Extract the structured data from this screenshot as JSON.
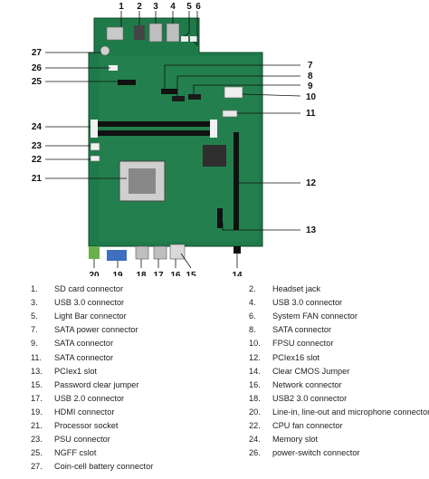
{
  "callouts": [
    "1",
    "2",
    "3",
    "4",
    "5",
    "6",
    "7",
    "8",
    "9",
    "10",
    "11",
    "12",
    "13",
    "14",
    "15",
    "16",
    "17",
    "18",
    "19",
    "20",
    "21",
    "22",
    "23",
    "24",
    "25",
    "26",
    "27"
  ],
  "legend": [
    {
      "num": "1.",
      "text": "SD card connector"
    },
    {
      "num": "2.",
      "text": "Headset jack"
    },
    {
      "num": "3.",
      "text": "USB 3.0 connector"
    },
    {
      "num": "4.",
      "text": "USB 3.0 connector"
    },
    {
      "num": "5.",
      "text": "Light Bar connector"
    },
    {
      "num": "6.",
      "text": "System FAN connector"
    },
    {
      "num": "7.",
      "text": "SATA power connector"
    },
    {
      "num": "8.",
      "text": "SATA connector"
    },
    {
      "num": "9.",
      "text": "SATA connector"
    },
    {
      "num": "10.",
      "text": "FPSU connector"
    },
    {
      "num": "11.",
      "text": "SATA connector"
    },
    {
      "num": "12.",
      "text": "PCIex16 slot"
    },
    {
      "num": "13.",
      "text": "PCIex1 slot"
    },
    {
      "num": "14.",
      "text": "Clear CMOS Jumper"
    },
    {
      "num": "15.",
      "text": "Password clear jumper"
    },
    {
      "num": "16.",
      "text": "Network connector"
    },
    {
      "num": "17.",
      "text": "USB 2.0 connector"
    },
    {
      "num": "18.",
      "text": "USB2 3.0 connector"
    },
    {
      "num": "19.",
      "text": "HDMI connector"
    },
    {
      "num": "20.",
      "text": "Line-in, line-out and microphone connectors"
    },
    {
      "num": "21.",
      "text": "Processor socket"
    },
    {
      "num": "22.",
      "text": "CPU fan connector"
    },
    {
      "num": "23.",
      "text": "PSU connector"
    },
    {
      "num": "24.",
      "text": "Memory slot"
    },
    {
      "num": "25.",
      "text": "NGFF cslot"
    },
    {
      "num": "26.",
      "text": "power-switch connector"
    },
    {
      "num": "27.",
      "text": "Coin-cell battery connector"
    }
  ]
}
